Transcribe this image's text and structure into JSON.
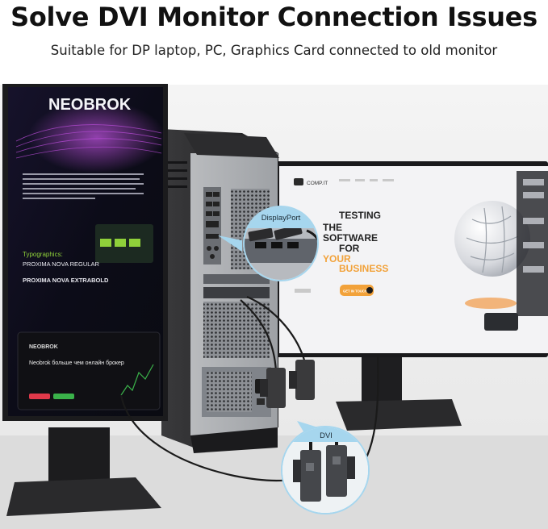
{
  "header": {
    "title": "Solve DVI Monitor Connection Issues",
    "subtitle": "Suitable for DP laptop, PC, Graphics Card connected to old monitor"
  },
  "left_monitor": {
    "brand": "NEOBROK",
    "typographics_label": "Typographics:",
    "font_regular": "PROXIMA NOVA REGULAR",
    "font_bold": "PROXIMA NOVA EXTRABOLD",
    "tablet_brand": "NEOBROK",
    "tablet_headline": "Neobrok больше чем онлайн брокер"
  },
  "right_monitor": {
    "logo": "COMP.IT",
    "hero_line1": "TESTING",
    "hero_line2": "THE",
    "hero_line3": "SOFTWARE",
    "hero_line4": "FOR",
    "hero_line5": "YOUR",
    "hero_line6": "BUSINESS",
    "cta": "GET IN TOUCH"
  },
  "callouts": {
    "displayport": "DisplayPort",
    "dvi": "DVI"
  },
  "colors": {
    "accent_orange": "#f2a23a",
    "accent_green": "#8fd13a",
    "callout_blue": "#a6d6ee"
  }
}
